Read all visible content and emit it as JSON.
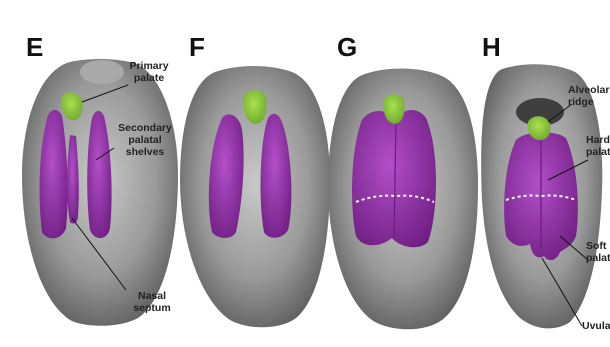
{
  "panels": [
    {
      "letter": "E"
    },
    {
      "letter": "F"
    },
    {
      "letter": "G"
    },
    {
      "letter": "H"
    }
  ],
  "labels": {
    "primary_palate": "Primary\npalate",
    "secondary_palatal_shelves": "Secondary\npalatal\nshelves",
    "nasal_septum": "Nasal\nseptum",
    "alveolar_ridge": "Alveolar\nridge",
    "hard_palate": "Hard\npalate",
    "soft_palate": "Soft\npalate",
    "uvula": "Uvula"
  },
  "colors": {
    "tissue_gray": "#8f8f8f",
    "tissue_dark": "#555555",
    "palatal_purple": "#9b2fb0",
    "primary_palate_green": "#8fce3a"
  }
}
